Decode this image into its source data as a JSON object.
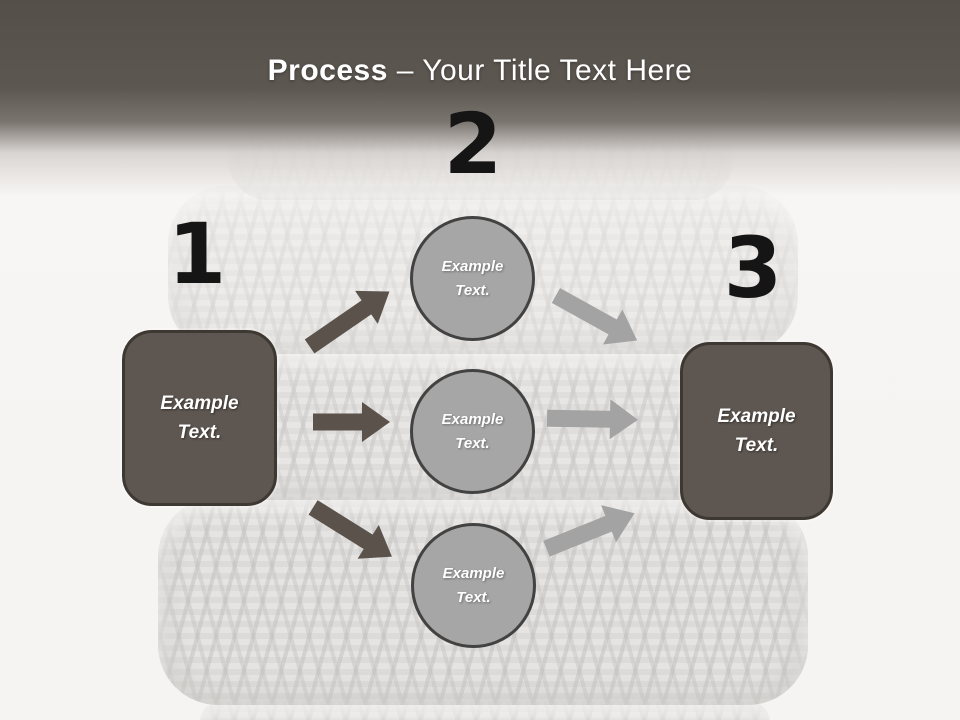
{
  "title": {
    "bold": "Process",
    "regular": "– Your Title Text Here"
  },
  "steps": [
    {
      "number": "1"
    },
    {
      "number": "2"
    },
    {
      "number": "3"
    }
  ],
  "boxes": {
    "left": {
      "label": "Example Text."
    },
    "right": {
      "label": "Example Text."
    }
  },
  "circles": [
    {
      "label": "Example Text."
    },
    {
      "label": "Example Text."
    },
    {
      "label": "Example Text."
    }
  ],
  "background_image": "stacked-car-tires-faded",
  "colors": {
    "header_dark": "#554f49",
    "title_color": "#ffffff",
    "number_color": "#151515",
    "box_fill": "#5e5650",
    "box_border": "#3e3832",
    "circle_fill": "#a6a6a6",
    "circle_border": "#424242",
    "arrow_dark": "#5a524b",
    "arrow_light": "#a3a3a3"
  }
}
